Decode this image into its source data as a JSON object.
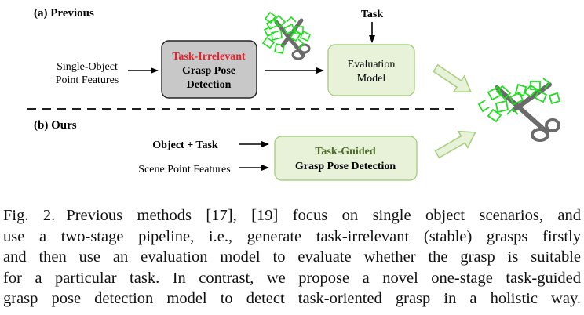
{
  "figure": {
    "previous_label": "(a) Previous",
    "ours_label": "(b) Ours",
    "task_label": "Task",
    "previous": {
      "input_line1": "Single-Object",
      "input_line2": "Point Features",
      "detector_title": "Task-Irrelevant",
      "detector_line2": "Grasp Pose",
      "detector_line3": "Detection",
      "evaluation_line1": "Evaluation",
      "evaluation_line2": "Model"
    },
    "ours": {
      "input_object_task": "Object + Task",
      "input_scene": "Scene Point Features",
      "detector_title": "Task-Guided",
      "detector_line2": "Grasp Pose Detection"
    }
  },
  "caption": {
    "label": "Fig. 2.",
    "lines": [
      "Previous methods [17], [19] focus on single object scenarios, and",
      "use a two-stage pipeline, i.e.,  generate task-irrelevant (stable) grasps firstly",
      "and then use an evaluation model to evaluate whether the grasp is suitable",
      "for a particular task. In contrast, we propose a novel one-stage task-guided",
      "grasp pose detection model to detect task-oriented grasp in a holistic way."
    ]
  },
  "colors": {
    "accent_red": "#e8202a",
    "green_text": "#4f6b2a",
    "green_fill": "#e7f2d9",
    "green_stroke": "#a9cf82",
    "gray_fill": "#c8c8c8",
    "grasp_green": "#22dd22",
    "scissors_gray": "#6a6a6a"
  }
}
